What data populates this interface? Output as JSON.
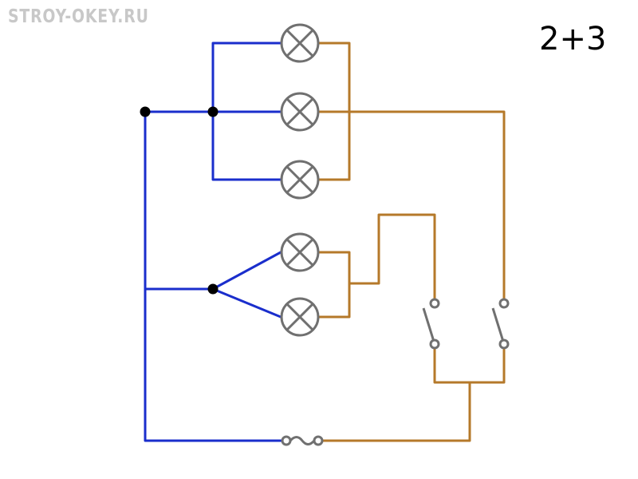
{
  "watermark": "STROY-OKEY.RU",
  "scheme_label": "2+3",
  "colors": {
    "neutral_wire": "#1a2ecc",
    "phase_wire": "#b5792a",
    "component": "#707070",
    "junction": "#000000",
    "watermark": "#c8c8c8"
  },
  "components": {
    "lamps": [
      "lamp",
      "lamp",
      "lamp",
      "lamp",
      "lamp"
    ],
    "switches": [
      "switch",
      "switch"
    ],
    "fuse": "fuse"
  }
}
